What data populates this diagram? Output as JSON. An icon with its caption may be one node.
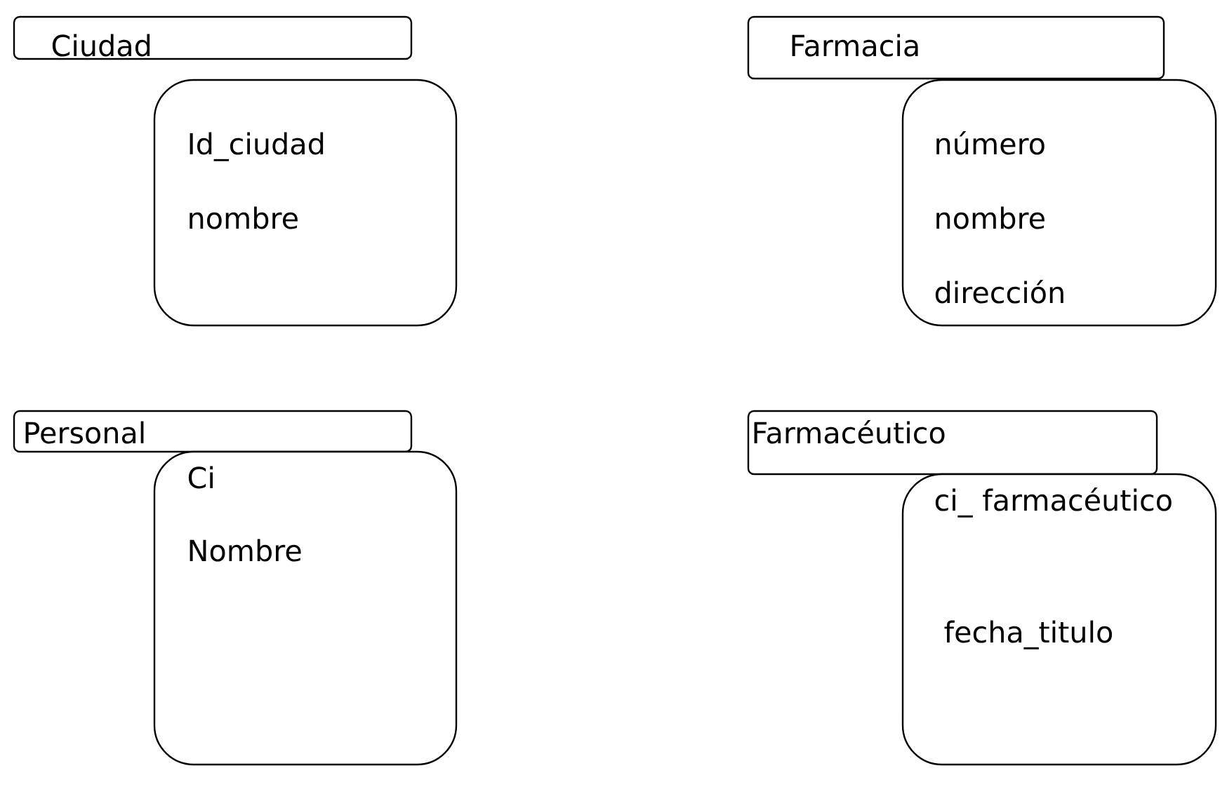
{
  "diagram": {
    "nodes": [
      {
        "text": [
          "Ciudad"
        ]
      },
      {
        "text": [
          "Id_ciudad",
          "nombre"
        ]
      },
      {
        "text": [
          "Farmacia"
        ]
      },
      {
        "text": [
          "número",
          "nombre",
          "dirección"
        ]
      },
      {
        "text": [
          "Personal"
        ]
      },
      {
        "text": [
          "Ci",
          "Nombre"
        ]
      },
      {
        "text": [
          "Farmacéutico"
        ]
      },
      {
        "text": [
          "ci_ farmacéutico",
          "fecha_titulo"
        ]
      }
    ]
  }
}
